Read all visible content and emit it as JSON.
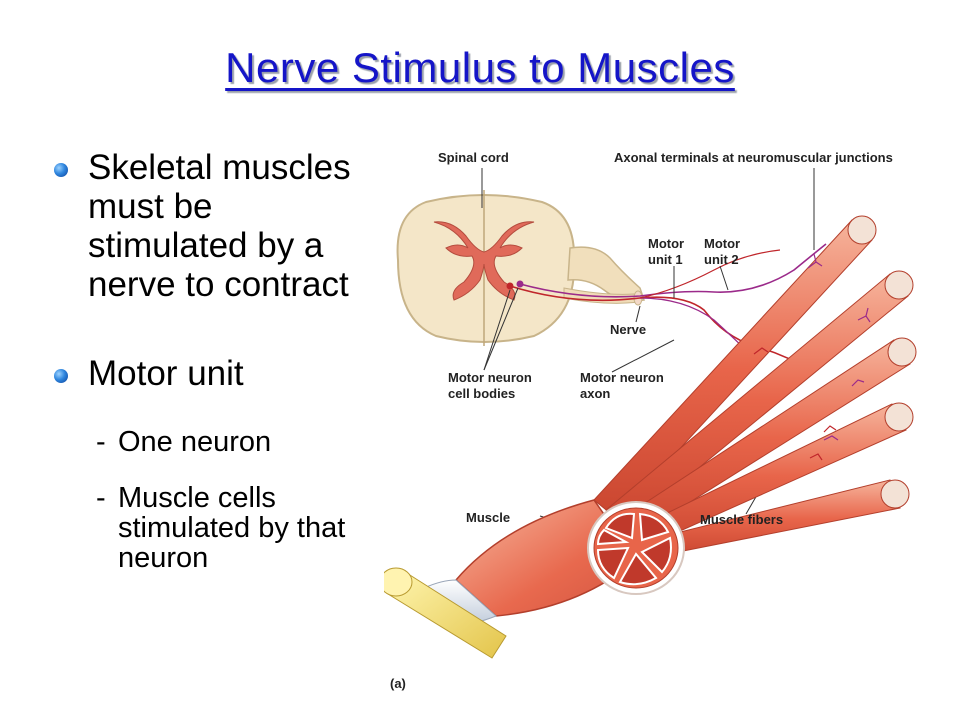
{
  "slide": {
    "title": "Nerve Stimulus to Muscles",
    "bullets": [
      {
        "text": "Skeletal muscles must be stimulated by a nerve to contract"
      },
      {
        "text": "Motor unit",
        "subs": [
          {
            "dash": "-",
            "text": "One neuron"
          },
          {
            "dash": "-",
            "text": "Muscle cells stimulated by that neuron"
          }
        ]
      }
    ]
  },
  "figure": {
    "labels": {
      "spinal_cord": "Spinal cord",
      "axonal_terminals": "Axonal terminals at neuromuscular junctions",
      "motor_unit_1": "Motor\nunit 1",
      "motor_unit_2": "Motor\nunit 2",
      "nerve": "Nerve",
      "motor_neuron_cell_bodies": "Motor neuron\ncell bodies",
      "motor_neuron_axon": "Motor neuron\naxon",
      "muscle": "Muscle",
      "muscle_fibers": "Muscle fibers",
      "panel": "(a)"
    },
    "colors": {
      "muscle": "#e8654a",
      "muscle_light": "#f3a58c",
      "gray_matter": "#e06a5a",
      "cord": "#f4e6c8",
      "tendon": "#f3e06a",
      "unit1_nerve": "#c0262b",
      "unit2_nerve": "#9b2a8a"
    }
  }
}
